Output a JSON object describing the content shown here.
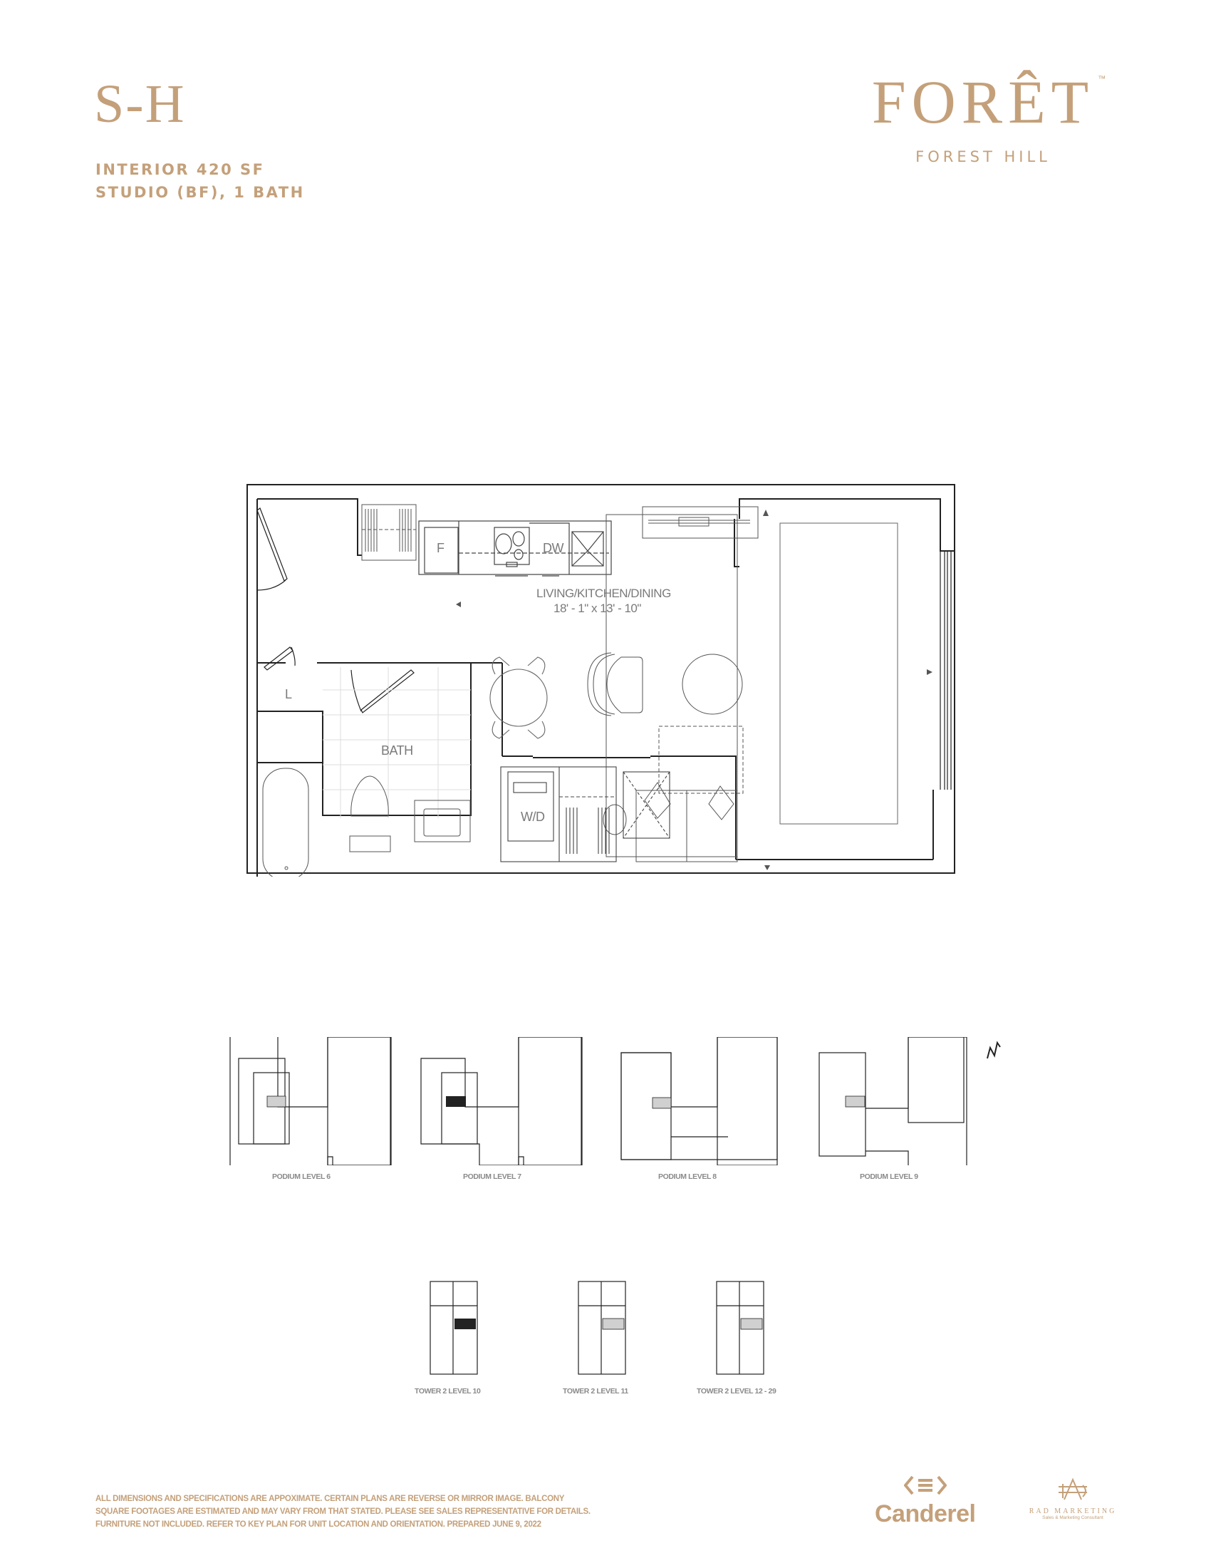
{
  "header": {
    "unit_code": "S-H",
    "interior_area": "INTERIOR 420 SF",
    "unit_type": "STUDIO (BF), 1 BATH"
  },
  "brand": {
    "name": "FORÊT",
    "trademark": "™",
    "subtitle": "FOREST HILL",
    "color": "#c4a07a"
  },
  "floorplan": {
    "rooms": [
      {
        "label": "LIVING/KITCHEN/DINING",
        "dimensions": "18' - 1\" x 13' - 10\""
      },
      {
        "label": "BATH"
      }
    ],
    "fixtures": {
      "fridge": "F",
      "dishwasher": "DW",
      "laundry_closet": "L",
      "washer_dryer": "W/D"
    }
  },
  "key_plans": {
    "podium": [
      {
        "label": "PODIUM LEVEL 6"
      },
      {
        "label": "PODIUM LEVEL 7"
      },
      {
        "label": "PODIUM LEVEL 8"
      },
      {
        "label": "PODIUM LEVEL 9"
      }
    ],
    "tower": [
      {
        "label": "TOWER 2 LEVEL 10"
      },
      {
        "label": "TOWER 2 LEVEL 11"
      },
      {
        "label": "TOWER 2 LEVEL 12 - 29"
      }
    ],
    "highlighted_unit": "S-H",
    "north_arrow": "N"
  },
  "disclaimer": [
    "ALL DIMENSIONS AND SPECIFICATIONS ARE APPOXIMATE. CERTAIN PLANS ARE REVERSE OR MIRROR IMAGE. BALCONY",
    "SQUARE FOOTAGES ARE ESTIMATED AND MAY VARY FROM THAT STATED. PLEASE SEE SALES REPRESENTATIVE FOR DETAILS.",
    "FURNITURE NOT INCLUDED. REFER TO KEY PLAN FOR UNIT LOCATION AND ORIENTATION. PREPARED JUNE 9, 2022"
  ],
  "footer_logos": {
    "developer": "Canderel",
    "marketing": "RAD MARKETING",
    "marketing_tagline": "Sales & Marketing Consultant"
  }
}
